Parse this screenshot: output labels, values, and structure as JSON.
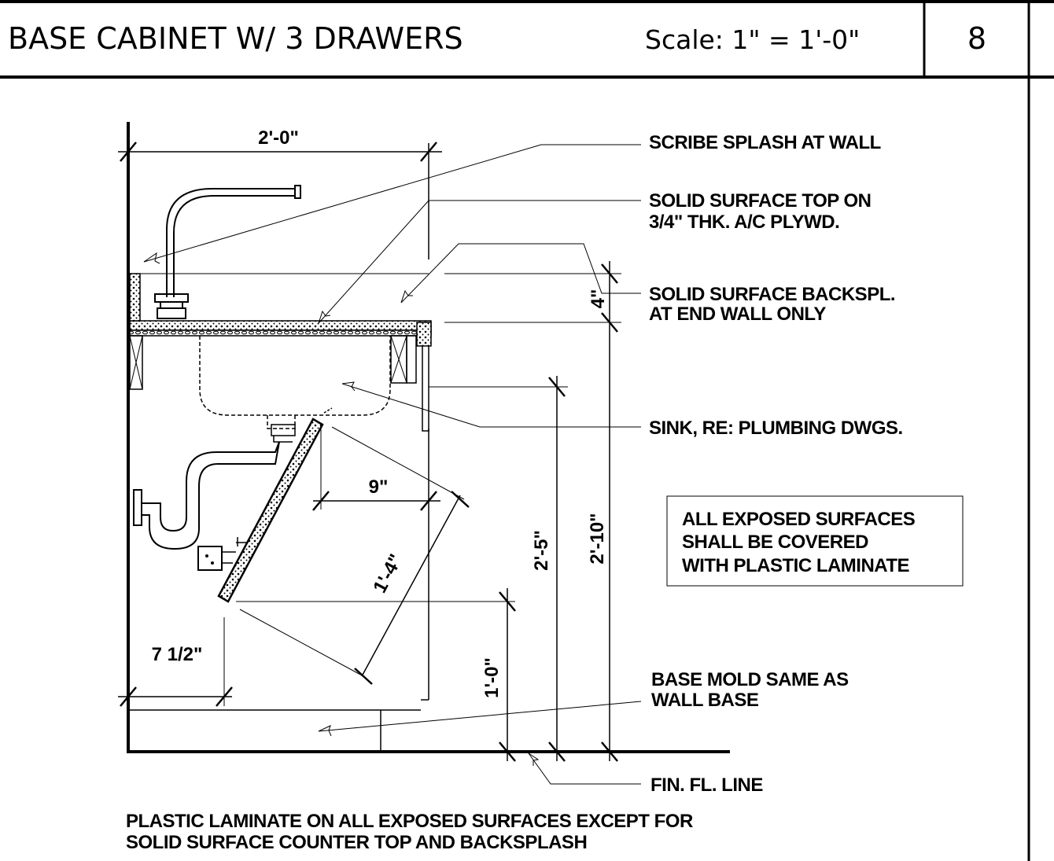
{
  "title_block": {
    "title": "BASE CABINET W/ 3 DRAWERS",
    "scale": "Scale: 1\" = 1'-0\"",
    "sheet_number": "8"
  },
  "dimensions": {
    "width_top": "2'-0\"",
    "backsplash_height": "4\"",
    "drawer_offset": "9\"",
    "drawer_length": "1'-4\"",
    "toe_offset": "7 1/2\"",
    "drawer_bottom_height": "1'-0\"",
    "sink_rim_height": "2'-5\"",
    "counter_height": "2'-10\""
  },
  "callouts": {
    "scribe": "SCRIBE SPLASH AT WALL",
    "top_line1": "SOLID SURFACE TOP ON",
    "top_line2": "3/4\" THK. A/C PLYWD.",
    "backsplash_line1": "SOLID SURFACE BACKSPL.",
    "backsplash_line2": "AT END WALL ONLY",
    "sink": "SINK, RE: PLUMBING DWGS.",
    "base_mold_line1": "BASE MOLD SAME AS",
    "base_mold_line2": "WALL BASE",
    "floor_line": "FIN. FL. LINE"
  },
  "note_box": {
    "line1": "ALL EXPOSED SURFACES",
    "line2": "SHALL BE COVERED",
    "line3": "WITH PLASTIC LAMINATE"
  },
  "footer_note": {
    "line1": "PLASTIC LAMINATE ON ALL EXPOSED SURFACES EXCEPT FOR",
    "line2": "SOLID SURFACE  COUNTER TOP AND BACKSPLASH"
  }
}
